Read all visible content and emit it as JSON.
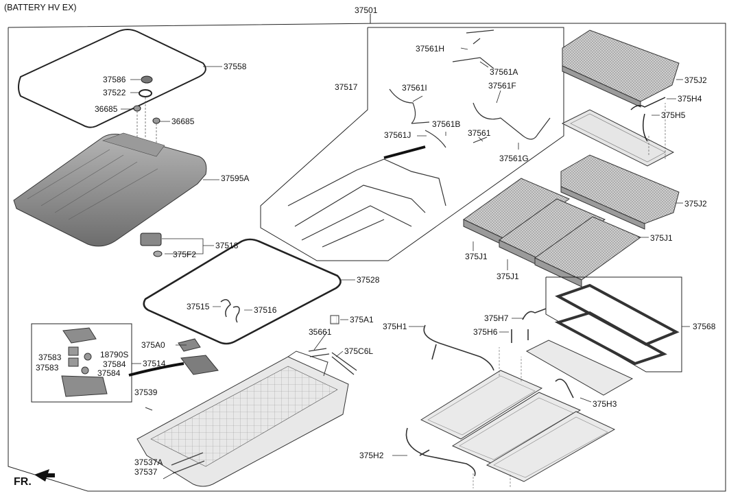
{
  "header": {
    "title": "(BATTERY HV EX)",
    "assembly_number": "37501"
  },
  "orientation": {
    "label": "FR."
  },
  "parts": {
    "p37558": "37558",
    "p37586": "37586",
    "p37522": "37522",
    "p36685a": "36685",
    "p36685b": "36685",
    "p37595A": "37595A",
    "p37518": "37518",
    "p375F2": "375F2",
    "p37528": "37528",
    "p37515": "37515",
    "p37516": "37516",
    "p37517": "37517",
    "p37561H": "37561H",
    "p37561A": "37561A",
    "p37561I": "37561I",
    "p37561F": "37561F",
    "p37561B": "37561B",
    "p37561J": "37561J",
    "p37561": "37561",
    "p37561G": "37561G",
    "p375J2a": "375J2",
    "p375H4": "375H4",
    "p375H5": "375H5",
    "p375J2b": "375J2",
    "p375J1a": "375J1",
    "p375J1b": "375J1",
    "p375J1c": "375J1",
    "p375A1": "375A1",
    "p35661": "35661",
    "p375C6L": "375C6L",
    "p375A0": "375A0",
    "p37583a": "37583",
    "p18790S": "18790S",
    "p37584a": "37584",
    "p37514": "37514",
    "p37583b": "37583",
    "p37584b": "37584",
    "p37539": "37539",
    "p37537A": "37537A",
    "p37537": "37537",
    "p375H7": "375H7",
    "p375H1": "375H1",
    "p375H6": "375H6",
    "p37568": "37568",
    "p375H3": "375H3",
    "p375H2": "375H2"
  }
}
